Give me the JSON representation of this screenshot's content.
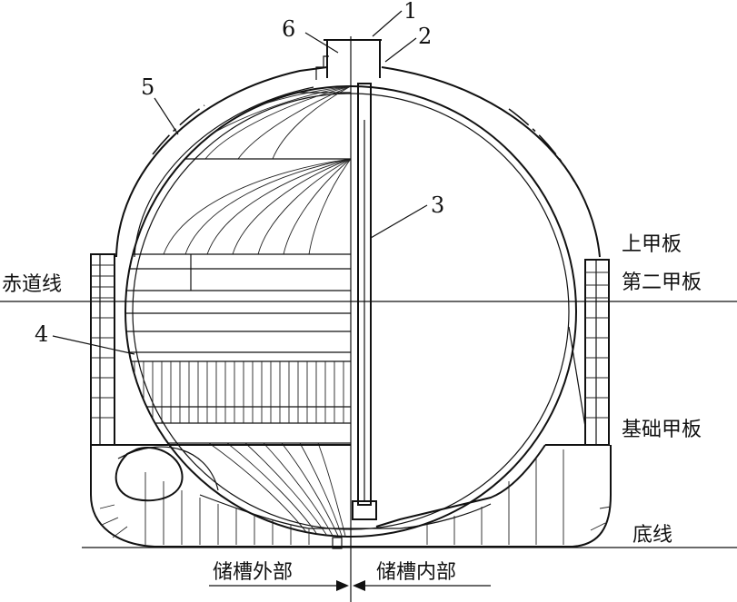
{
  "labels": {
    "n1": "1",
    "n2": "2",
    "n3": "3",
    "n4": "4",
    "n5": "5",
    "n6": "6",
    "upper_deck": "上甲板",
    "second_deck": "第二甲板",
    "equator_line": "赤道线",
    "foundation_deck": "基础甲板",
    "base_line": "底线",
    "tank_outside": "储槽外部",
    "tank_inside": "储槽内部"
  }
}
